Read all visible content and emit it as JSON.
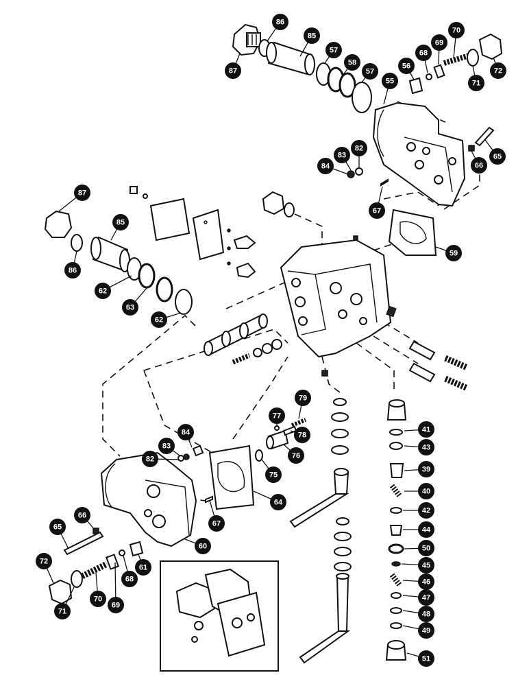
{
  "callouts": [
    {
      "label": "87"
    },
    {
      "label": "86"
    },
    {
      "label": "85"
    },
    {
      "label": "57"
    },
    {
      "label": "58"
    },
    {
      "label": "57"
    },
    {
      "label": "56"
    },
    {
      "label": "55"
    },
    {
      "label": "68"
    },
    {
      "label": "69"
    },
    {
      "label": "70"
    },
    {
      "label": "71"
    },
    {
      "label": "72"
    },
    {
      "label": "84"
    },
    {
      "label": "83"
    },
    {
      "label": "82"
    },
    {
      "label": "66"
    },
    {
      "label": "65"
    },
    {
      "label": "67"
    },
    {
      "label": "59"
    },
    {
      "label": "87"
    },
    {
      "label": "85"
    },
    {
      "label": "86"
    },
    {
      "label": "62"
    },
    {
      "label": "63"
    },
    {
      "label": "62"
    },
    {
      "label": "79"
    },
    {
      "label": "77"
    },
    {
      "label": "78"
    },
    {
      "label": "76"
    },
    {
      "label": "75"
    },
    {
      "label": "84"
    },
    {
      "label": "83"
    },
    {
      "label": "82"
    },
    {
      "label": "64"
    },
    {
      "label": "67"
    },
    {
      "label": "65"
    },
    {
      "label": "66"
    },
    {
      "label": "60"
    },
    {
      "label": "72"
    },
    {
      "label": "71"
    },
    {
      "label": "70"
    },
    {
      "label": "69"
    },
    {
      "label": "68"
    },
    {
      "label": "61"
    },
    {
      "label": "41"
    },
    {
      "label": "43"
    },
    {
      "label": "39"
    },
    {
      "label": "40"
    },
    {
      "label": "42"
    },
    {
      "label": "44"
    },
    {
      "label": "50"
    },
    {
      "label": "45"
    },
    {
      "label": "46"
    },
    {
      "label": "47"
    },
    {
      "label": "48"
    },
    {
      "label": "49"
    },
    {
      "label": "51"
    }
  ]
}
